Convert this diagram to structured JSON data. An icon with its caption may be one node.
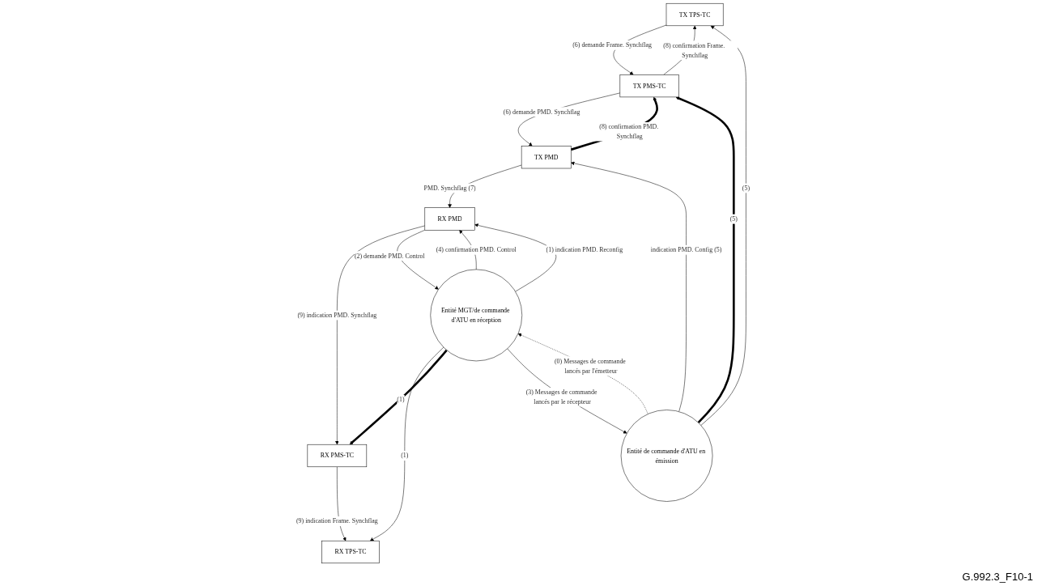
{
  "diagram": {
    "nodes": [
      {
        "text": [
          "TX TPS-TC"
        ]
      },
      {
        "text": [
          "RX TPS-TC"
        ]
      },
      {
        "text": [
          "Entité de commande d'ATU en émission"
        ]
      },
      {
        "text": [
          "TX PMS-TC"
        ]
      },
      {
        "text": [
          "RX PMS-TC"
        ]
      },
      {
        "text": [
          "Entité MGT/de commande d'ATU en réception"
        ]
      },
      {
        "text": [
          "TX PMD"
        ]
      },
      {
        "text": [
          "RX PMD"
        ]
      }
    ],
    "edges": [
      {
        "from": 2,
        "to": 0,
        "arrow": "to",
        "label": "(5)"
      },
      {
        "from": 0,
        "to": 3,
        "arrow": "to",
        "label": "(6) demande Frame. Synchflag"
      },
      {
        "from": 3,
        "to": 0,
        "arrow": "to",
        "label": "(8) confirmation Frame. Synchflag"
      },
      {
        "from": 4,
        "to": 1,
        "arrow": "to",
        "label": "(9) indication Frame. Synchflag"
      },
      {
        "from": 5,
        "to": 1,
        "arrow": "to",
        "label": "(1)"
      },
      {
        "from": 2,
        "to": 3,
        "arrow": "to",
        "label": "(5)",
        "style": "thick"
      },
      {
        "from": 5,
        "to": 4,
        "arrow": "to",
        "label": "(1)",
        "style": "thick"
      },
      {
        "from": 2,
        "to": 5,
        "arrow": "to",
        "label": "(0) Messages de commande lancés par l'émetteur",
        "style": "dashed"
      },
      {
        "from": 5,
        "to": 2,
        "arrow": "to",
        "label": "(3) Messages de commande lancés par le récepteur"
      },
      {
        "from": 3,
        "to": 6,
        "arrow": "to",
        "label": "(6) demande PMD. Synchflag"
      },
      {
        "from": 6,
        "to": 3,
        "arrow": "to",
        "label": "(8) confirmation PMD. Synchflag",
        "style": "thick"
      },
      {
        "from": 7,
        "to": 4,
        "arrow": "to",
        "label": "(9) indication PMD. Synchflag"
      },
      {
        "from": 6,
        "to": 7,
        "arrow": "to",
        "label": "PMD. Synchflag (7)"
      },
      {
        "from": 7,
        "to": 5,
        "arrow": "to",
        "label": "(2) demande PMD. Control"
      },
      {
        "from": 5,
        "to": 7,
        "arrow": "to",
        "label": "(4) confirmation PMD. Control"
      },
      {
        "from": 2,
        "to": 6,
        "arrow": "to",
        "label": "indication PMD. Config (5)"
      },
      {
        "from": 5,
        "to": 7,
        "arrow": "to",
        "label": "(1) indication PMD. Reconfig"
      }
    ],
    "labels": [
      "G.992.3_F10-1"
    ]
  }
}
